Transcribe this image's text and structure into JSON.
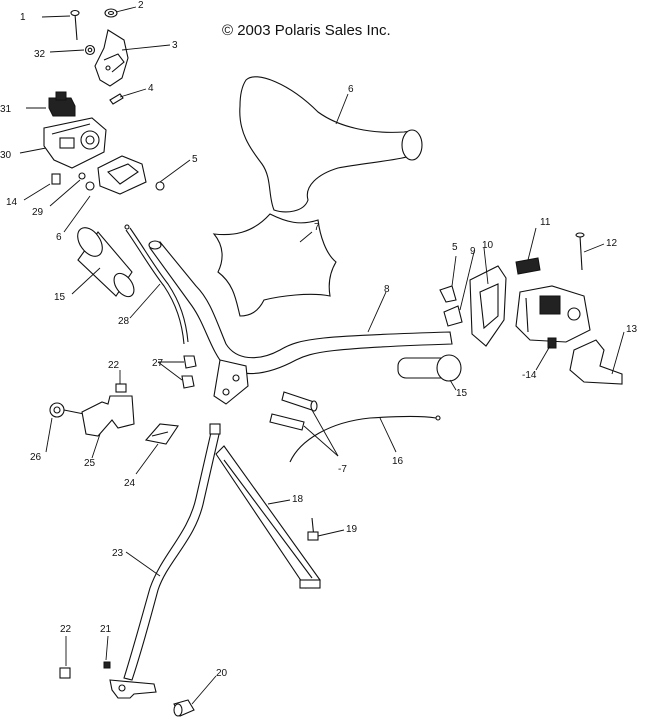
{
  "copyright": "© 2003 Polaris Sales Inc.",
  "callouts": {
    "c1": "1",
    "c2": "2",
    "c3": "3",
    "c4": "4",
    "c5a": "5",
    "c5b": "5",
    "c6": "6",
    "c7a": "7",
    "c7b": "-7",
    "c8": "8",
    "c9": "9",
    "c10": "10",
    "c11": "11",
    "c12": "12",
    "c13": "13",
    "c14a": "14",
    "c14b": "-14",
    "c15a": "15",
    "c15b": "15",
    "c16": "16",
    "c18": "18",
    "c19": "19",
    "c20": "20",
    "c21": "21",
    "c22a": "22",
    "c22b": "22",
    "c23": "23",
    "c24": "24",
    "c25": "25",
    "c26": "26",
    "c27": "27",
    "c28": "28",
    "c29": "29",
    "c30": "30",
    "c31": "31",
    "c32": "32",
    "c6b": "6"
  }
}
